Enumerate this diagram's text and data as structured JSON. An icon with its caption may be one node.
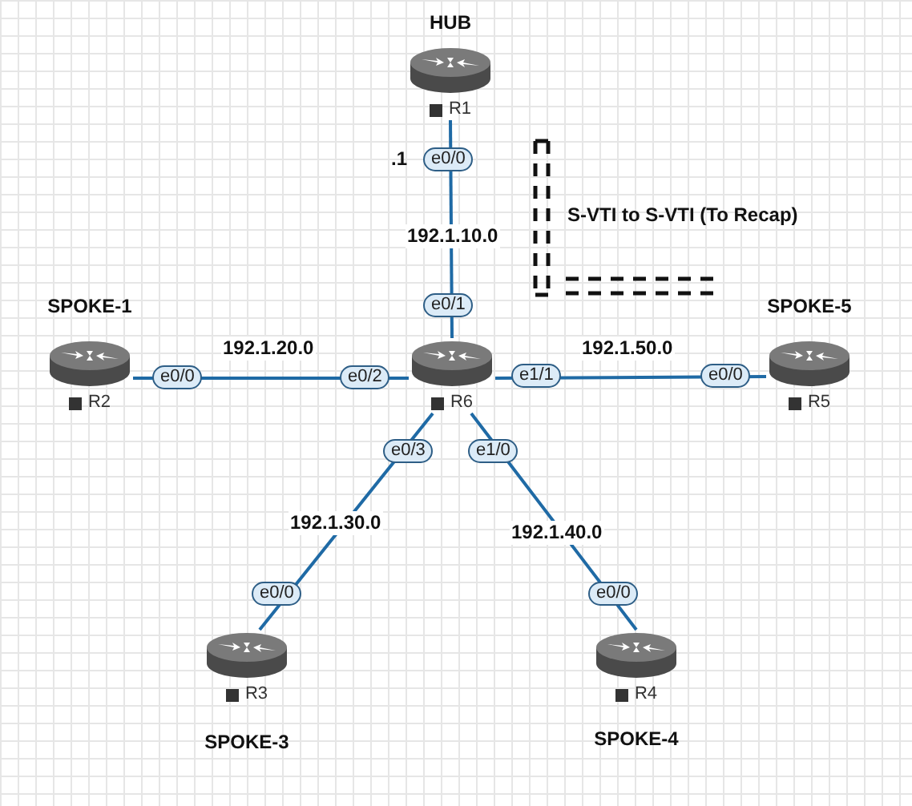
{
  "diagram": {
    "nodes": [
      {
        "text": [
          "HUB",
          "R1"
        ]
      },
      {
        "text": [
          "SPOKE-1",
          "R2"
        ]
      },
      {
        "text": [
          "R6"
        ]
      },
      {
        "text": [
          "SPOKE-5",
          "R5"
        ]
      },
      {
        "text": [
          "R3",
          "SPOKE-3"
        ]
      },
      {
        "text": [
          "R4",
          "SPOKE-4"
        ]
      }
    ],
    "edges": [
      {
        "from": 0,
        "to": 2,
        "arrow": "none",
        "label": "192.1.10.0"
      },
      {
        "from": 1,
        "to": 2,
        "arrow": "none",
        "label": "192.1.20.0"
      },
      {
        "from": 2,
        "to": 3,
        "arrow": "none",
        "label": "192.1.50.0"
      },
      {
        "from": 2,
        "to": 4,
        "arrow": "none",
        "label": "192.1.30.0"
      },
      {
        "from": 2,
        "to": 5,
        "arrow": "none",
        "label": "192.1.40.0"
      }
    ],
    "labels": [
      ".1",
      "e0/0",
      "S-VTI to S-VTI (To Recap)",
      "e0/1",
      "e0/0",
      "e0/2",
      "e1/1",
      "e0/0",
      "e0/3",
      "e1/0",
      "e0/0",
      "e0/0"
    ]
  }
}
